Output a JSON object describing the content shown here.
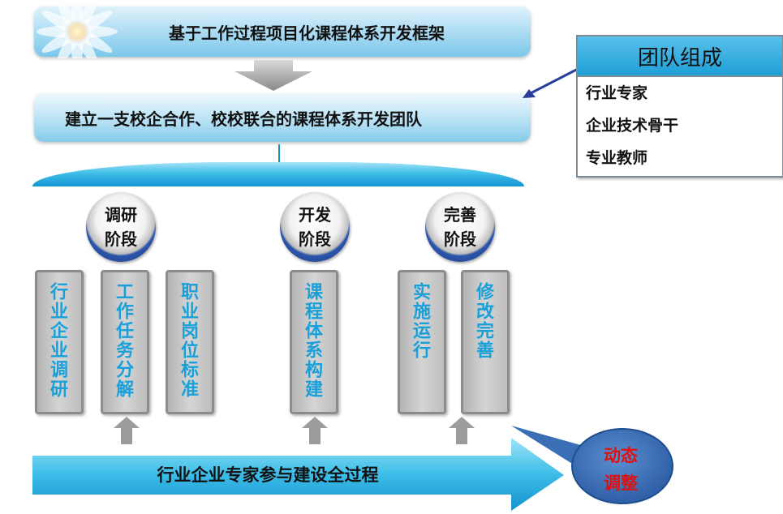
{
  "top": {
    "title": "基于工作过程项目化课程体系开发框架",
    "team_banner": "建立一支校企合作、校校联合的课程体系开发团队"
  },
  "team": {
    "title": "团队组成",
    "members": [
      "行业专家",
      "企业技术骨干",
      "专业教师"
    ]
  },
  "stages": [
    {
      "line1": "调研",
      "line2": "阶段"
    },
    {
      "line1": "开发",
      "line2": "阶段"
    },
    {
      "line1": "完善",
      "line2": "阶段"
    }
  ],
  "columns": [
    "行业企业调研",
    "工作任务分解",
    "职业岗位标准",
    "课程体系构建",
    "实施运行",
    "修改完善"
  ],
  "bottom": {
    "label": "行业企业专家参与建设全过程"
  },
  "callout": {
    "line1": "动态",
    "line2": "调整"
  },
  "colors": {
    "accent": "#1aa0d8",
    "stage_ring": "#1b3f8c",
    "callout_fill": "#3a6fb5",
    "callout_text": "#e01010"
  }
}
